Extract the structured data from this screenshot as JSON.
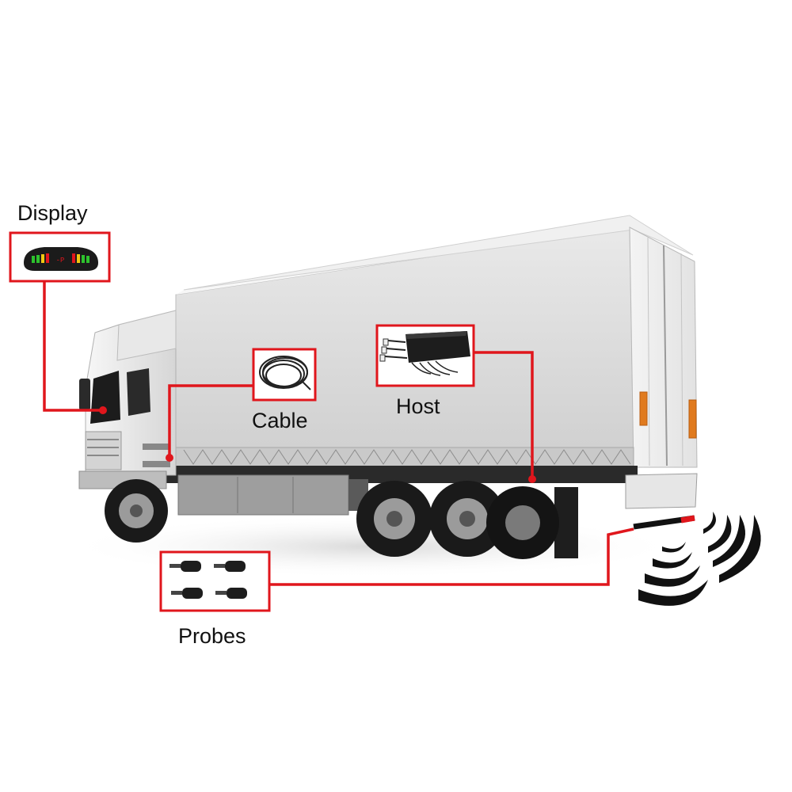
{
  "labels": {
    "display": "Display",
    "cable": "Cable",
    "host": "Host",
    "probes": "Probes"
  },
  "display_unit": {
    "readout": "-P"
  },
  "colors": {
    "callout_red": "#e0161c",
    "truck_white": "#f2f2f2",
    "truck_body": "#d9d9d9",
    "chassis": "#2a2a2a",
    "signal_black": "#111111"
  },
  "icons": [
    "parking-display-icon",
    "cable-coil-icon",
    "control-box-icon",
    "sensor-probe-icon",
    "ultrasonic-wave-icon",
    "truck-illustration"
  ]
}
